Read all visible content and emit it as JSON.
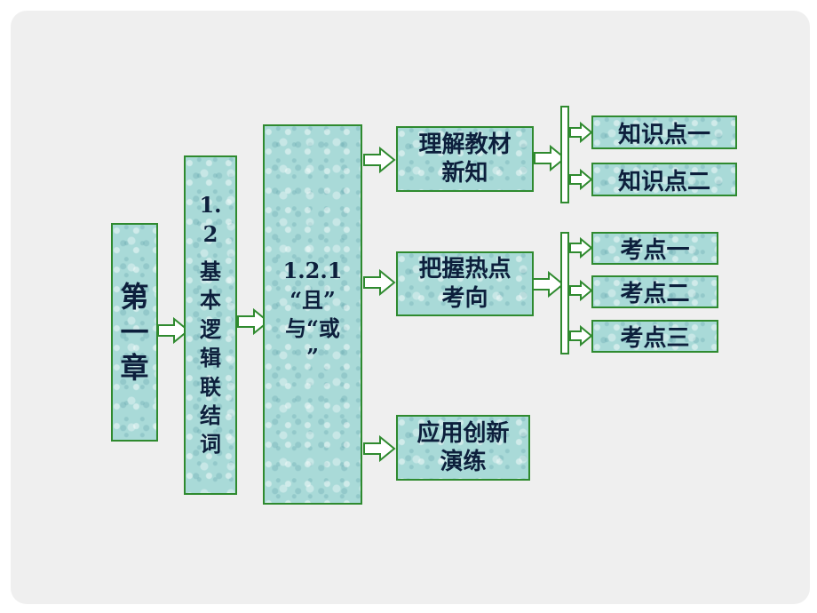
{
  "chapter": {
    "chars": [
      "第",
      "一",
      "章"
    ]
  },
  "section": {
    "chars": [
      "1.",
      "2",
      "",
      "基",
      "本",
      "逻",
      "辑",
      "联",
      "结",
      "词"
    ]
  },
  "subsection": {
    "lines": [
      "1.2.1",
      "“且”",
      "与“或",
      "”"
    ]
  },
  "branches": [
    {
      "lines": [
        "理解教材",
        "新知"
      ],
      "children": [
        "知识点一",
        "知识点二"
      ]
    },
    {
      "lines": [
        "把握热点",
        "考向"
      ],
      "children": [
        "考点一",
        "考点二",
        "考点三"
      ]
    },
    {
      "lines": [
        "应用创新",
        "演练"
      ],
      "children": []
    }
  ],
  "colors": {
    "border": "#2f8a2f",
    "fill": "#a9dad8",
    "text": "#0d1f3c",
    "arrow_fill": "#ffffff"
  }
}
